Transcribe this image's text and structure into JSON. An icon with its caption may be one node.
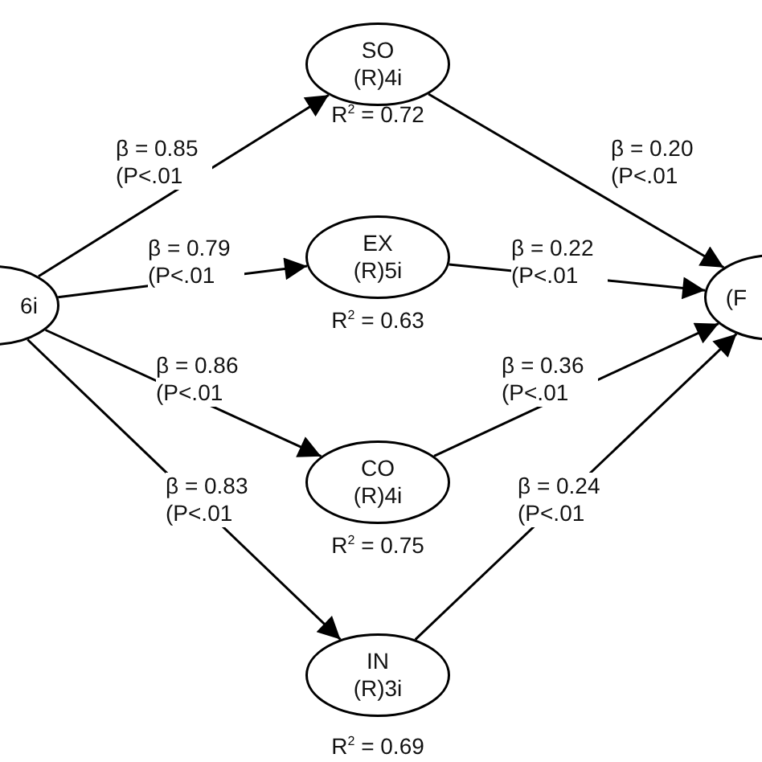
{
  "diagram": {
    "nodes": [
      {
        "text": [
          "6i"
        ]
      },
      {
        "text": [
          "SO",
          "(R)4i"
        ],
        "beside": [
          "R$^{2}$ = 0.72"
        ]
      },
      {
        "text": [
          "EX",
          "(R)5i"
        ],
        "beside": [
          "R$^{2}$ = 0.63"
        ]
      },
      {
        "text": [
          "CO",
          "(R)4i"
        ],
        "beside": [
          "R$^{2}$ = 0.75"
        ]
      },
      {
        "text": [
          "IN",
          "(R)3i"
        ],
        "beside": [
          "R$^{2}$ = 0.69"
        ]
      },
      {
        "text": [
          "(F"
        ]
      }
    ],
    "edges": [
      {
        "from": 0,
        "to": 1,
        "arrow": "to",
        "label": "β = 0.85 (P<.01"
      },
      {
        "from": 0,
        "to": 2,
        "arrow": "to",
        "label": "β = 0.79 (P<.01"
      },
      {
        "from": 0,
        "to": 3,
        "arrow": "to",
        "label": "β = 0.86 (P<.01"
      },
      {
        "from": 0,
        "to": 4,
        "arrow": "to",
        "label": "β = 0.83 (P<.01"
      },
      {
        "from": 1,
        "to": 5,
        "arrow": "to",
        "label": "β = 0.20 (P<.01"
      },
      {
        "from": 2,
        "to": 5,
        "arrow": "to",
        "label": "β = 0.22 (P<.01"
      },
      {
        "from": 3,
        "to": 5,
        "arrow": "to",
        "label": "β = 0.36 (P<.01"
      },
      {
        "from": 4,
        "to": 5,
        "arrow": "to",
        "label": "β = 0.24 (P<.01"
      }
    ]
  }
}
